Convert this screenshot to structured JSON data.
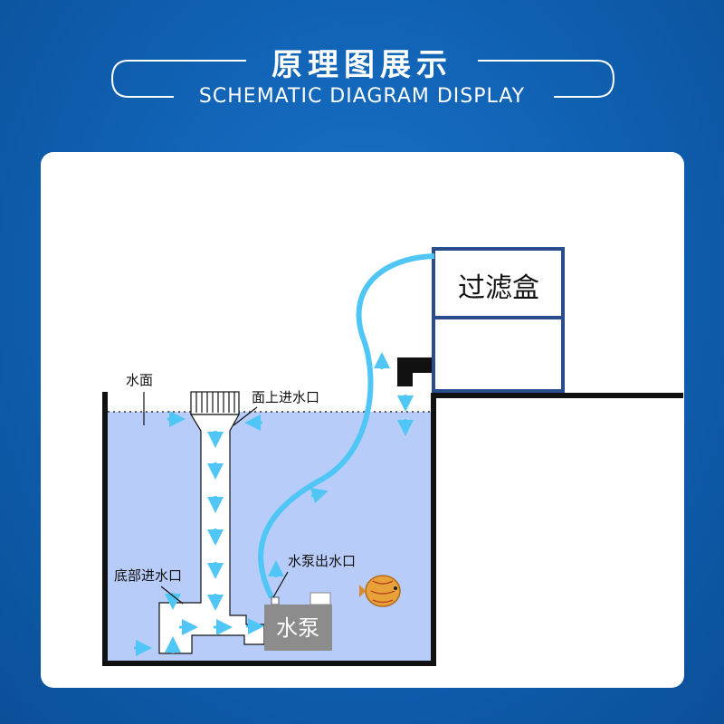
{
  "header": {
    "title_cn": "原理图展示",
    "title_en": "SCHEMATIC DIAGRAM DISPLAY"
  },
  "diagram": {
    "filter_box": "过滤盒",
    "water_surface": "水面",
    "surface_inlet": "面上进水口",
    "bottom_inlet": "底部进水口",
    "pump_outlet": "水泵出水口",
    "pump": "水泵"
  },
  "colors": {
    "background": "#0f5fb0",
    "water": "#b7ccf9",
    "tube": "#4fc6f5",
    "filter_border": "#2b4c8c",
    "pump": "#8c8c8c",
    "arrow": "#4fc6f5"
  }
}
